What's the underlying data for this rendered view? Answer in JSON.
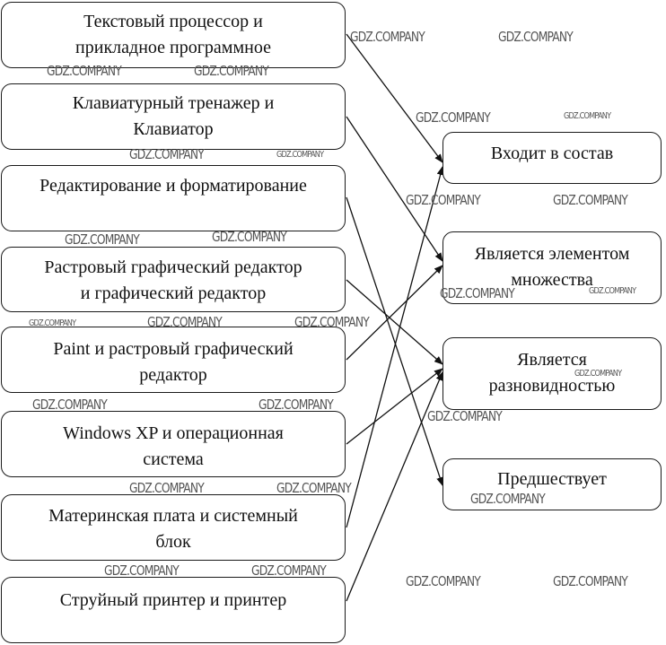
{
  "diagram": {
    "sources": [
      {
        "id": "s1",
        "lines": [
          "Текстовый процессор и",
          "прикладное программное"
        ]
      },
      {
        "id": "s2",
        "lines": [
          "Клавиатурный тренажер и",
          "Клавиатор"
        ]
      },
      {
        "id": "s3",
        "lines": [
          "Редактирование и форматирование",
          ""
        ]
      },
      {
        "id": "s4",
        "lines": [
          "Растровый графический редактор",
          "и графический редактор"
        ]
      },
      {
        "id": "s5",
        "lines": [
          "Paint и растровый графический",
          "редактор"
        ]
      },
      {
        "id": "s6",
        "lines": [
          "Windows XP и операционная",
          "система"
        ]
      },
      {
        "id": "s7",
        "lines": [
          "Материнская плата и системный",
          "блок"
        ]
      },
      {
        "id": "s8",
        "lines": [
          "Струйный принтер и принтер",
          ""
        ]
      }
    ],
    "relations": [
      {
        "id": "r1",
        "lines": [
          "Входит в состав"
        ]
      },
      {
        "id": "r2",
        "lines": [
          "Является элементом",
          "множества"
        ]
      },
      {
        "id": "r3",
        "lines": [
          "Является",
          "разновидностью"
        ]
      },
      {
        "id": "r4",
        "lines": [
          "Предшествует"
        ]
      }
    ],
    "connections": [
      {
        "from": "s1",
        "to": "r1"
      },
      {
        "from": "s2",
        "to": "r2"
      },
      {
        "from": "s3",
        "to": "r4"
      },
      {
        "from": "s4",
        "to": "r3"
      },
      {
        "from": "s5",
        "to": "r2"
      },
      {
        "from": "s6",
        "to": "r3"
      },
      {
        "from": "s7",
        "to": "r1"
      },
      {
        "from": "s8",
        "to": "r3"
      }
    ],
    "line_color": "#111111"
  },
  "watermark": {
    "text": "GDZ.COMPANY"
  }
}
